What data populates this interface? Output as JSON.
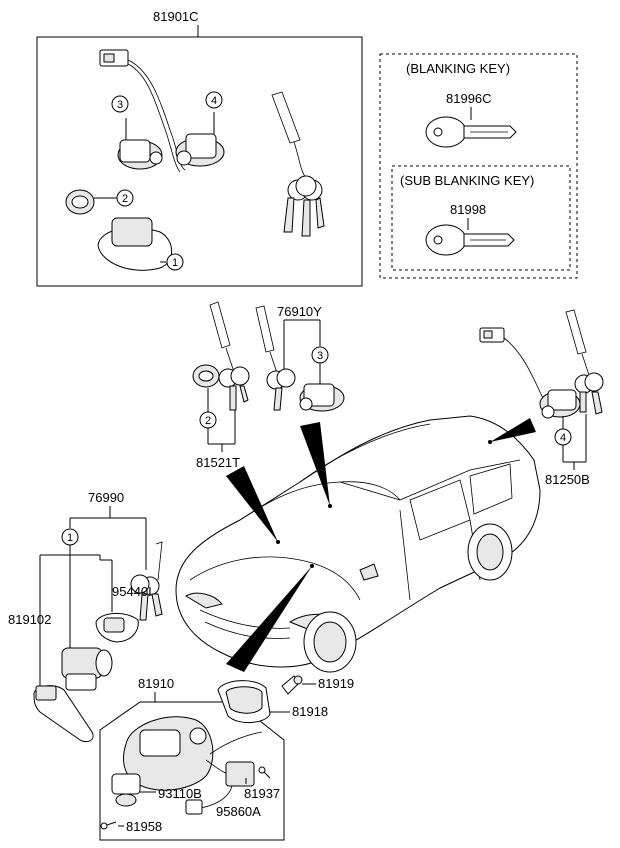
{
  "part_labels": {
    "p81901C": "81901C",
    "p81996C": "81996C",
    "p81998": "81998",
    "p76910Y": "76910Y",
    "p81521T": "81521T",
    "p81250B": "81250B",
    "p76990": "76990",
    "p95440I": "95440I",
    "p819102": "819102",
    "p81910": "81910",
    "p81919": "81919",
    "p81918": "81918",
    "p93110B": "93110B",
    "p81937": "81937",
    "p95860A": "95860A",
    "p81958": "81958"
  },
  "group_labels": {
    "blanking_key": "(BLANKING KEY)",
    "sub_blanking_key": "(SUB BLANKING KEY)"
  },
  "callouts": {
    "c1_top": "1",
    "c2_top": "2",
    "c3_top": "3",
    "c4_top": "4",
    "c2_mid": "2",
    "c3_mid": "3",
    "c4_right": "4",
    "c1_left": "1"
  }
}
